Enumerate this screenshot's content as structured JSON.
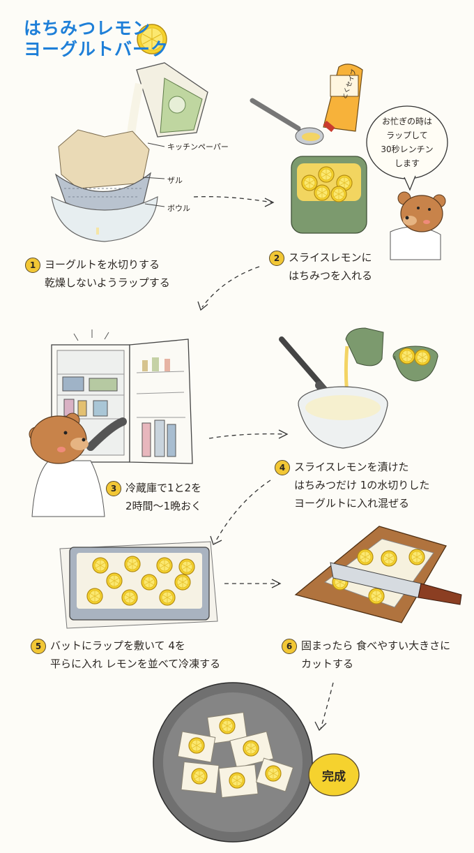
{
  "title": {
    "line1": "はちみつレモン",
    "line2": "ヨーグルトバーク"
  },
  "labels": {
    "kitchen_paper": "キッチンペーパー",
    "colander": "ザル",
    "bowl": "ボウル",
    "honey_brand": "とくセイブ"
  },
  "bubble": {
    "line1": "お忙ぎの時は",
    "line2": "ラップして",
    "line3": "30秒レンチン",
    "line4": "します"
  },
  "steps": [
    {
      "num": "1",
      "line1": "ヨーグルトを水切りする",
      "line2": "乾燥しないようラップする"
    },
    {
      "num": "2",
      "line1": "スライスレモンに",
      "line2": "はちみつを入れる"
    },
    {
      "num": "3",
      "line1": "冷蔵庫で1と2を",
      "line2": "2時間〜1晩おく"
    },
    {
      "num": "4",
      "line1": "スライスレモンを漬けた",
      "line2": "はちみつだけ 1の水切りした",
      "line3": "ヨーグルトに入れ混ぜる"
    },
    {
      "num": "5",
      "line1": "バットにラップを敷いて 4を",
      "line2": "平らに入れ レモンを並べて冷凍する"
    },
    {
      "num": "6",
      "line1": "固まったら 食べやすい大きさに",
      "line2": "カットする"
    }
  ],
  "done": "完成",
  "colors": {
    "title": "#1e7fd8",
    "lemon": "#f5d22e",
    "badge": "#f2c735",
    "green_bowl": "#7c9a6e",
    "bear": "#c8834a",
    "board": "#b0733e"
  }
}
